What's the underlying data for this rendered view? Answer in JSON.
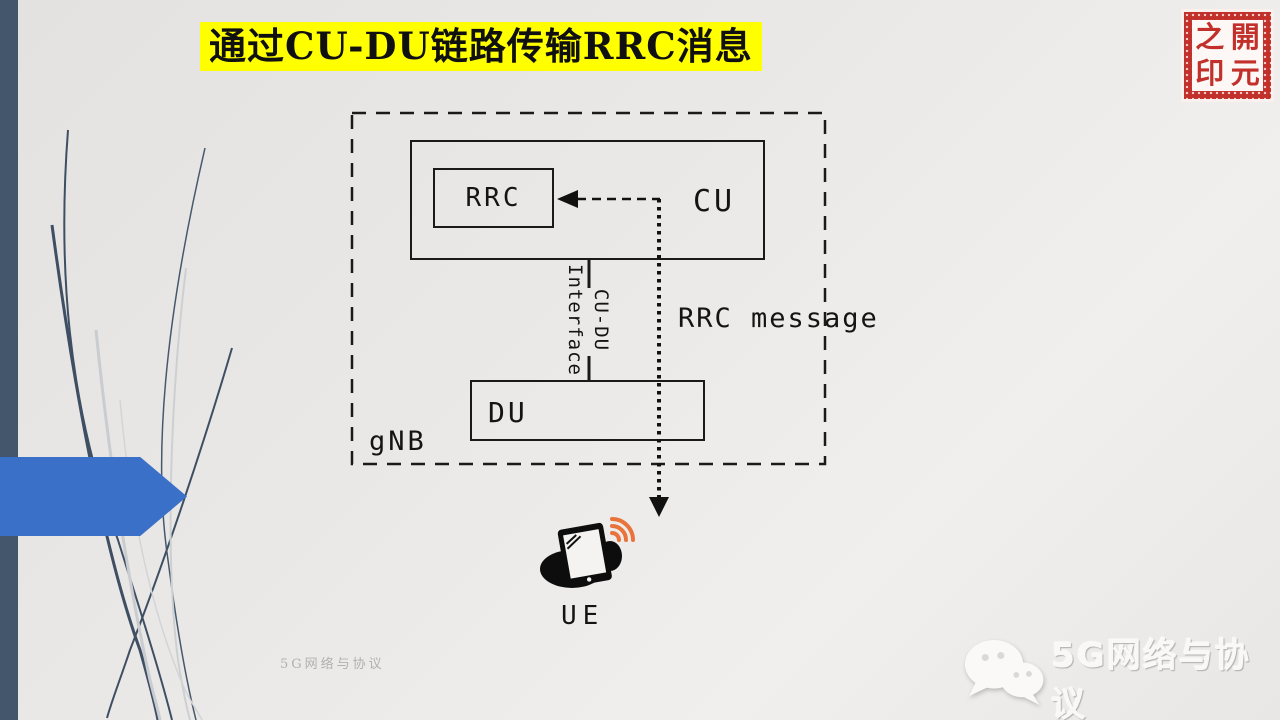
{
  "slide": {
    "title": "通过CU-DU链路传输RRC消息",
    "footer_watermark": "5G网络与协议",
    "brand": {
      "wechat_label": "5G网络与协议",
      "seal_chars": [
        "之",
        "開",
        "印",
        "元"
      ]
    }
  },
  "diagram": {
    "gnb_label": "gNB",
    "cu_label": "CU",
    "rrc_label": "RRC",
    "du_label": "DU",
    "link_label_line1": "CU-DU",
    "link_label_line2": "Interface",
    "message_label": "RRC message",
    "ue_label": "UE"
  },
  "colors": {
    "accent_blue": "#3b70c8",
    "sidebar_slate": "#44566b",
    "highlight_yellow": "#ffff00",
    "seal_red": "#c1302a",
    "wifi_orange": "#e8743c"
  }
}
